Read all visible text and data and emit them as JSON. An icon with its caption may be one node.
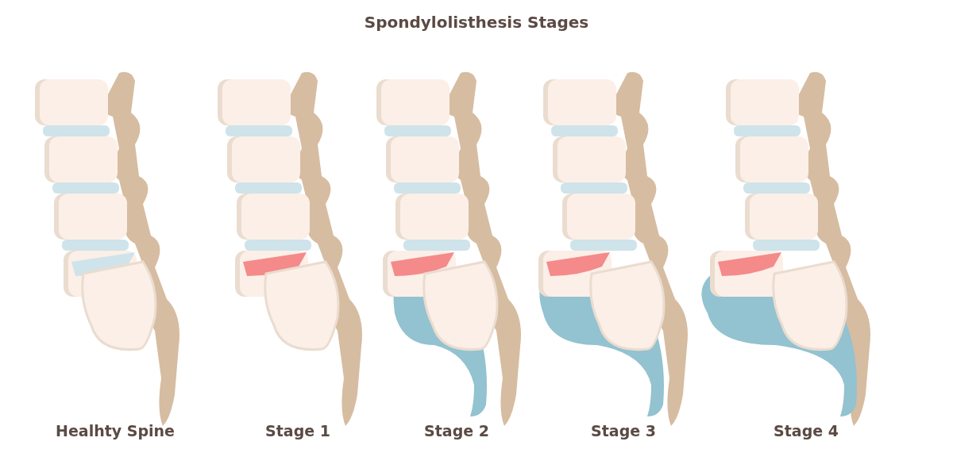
{
  "diagram": {
    "title": "Spondylolisthesis Stages",
    "labels": [
      "Healhty Spine",
      "Stage 1",
      "Stage 2",
      "Stage 3",
      "Stage 4"
    ]
  }
}
